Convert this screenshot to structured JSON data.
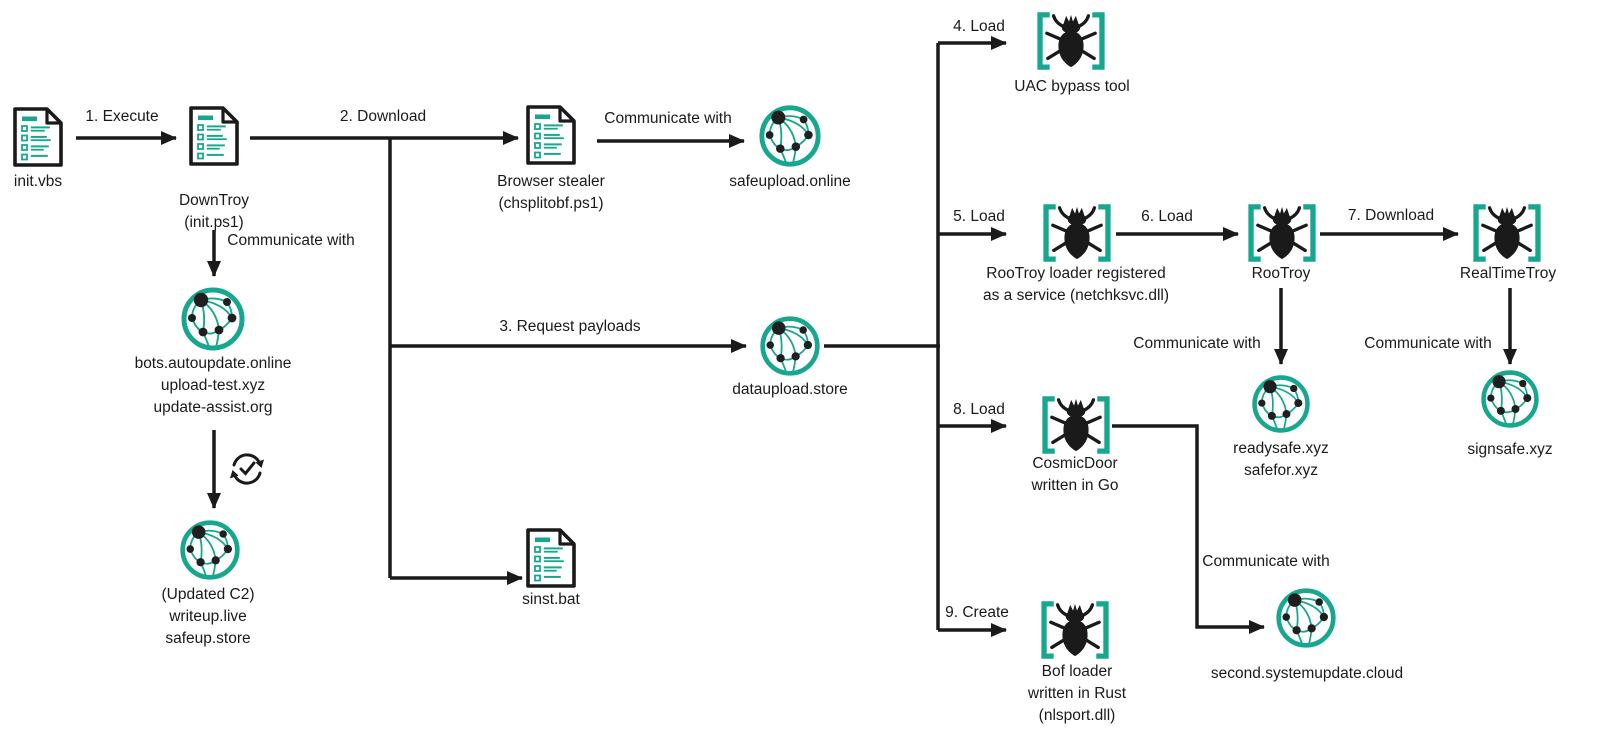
{
  "colors": {
    "accent_teal": "#17a78f",
    "ink": "#1a1a1a",
    "background": "#ffffff"
  },
  "icons": {
    "script_file": "script-file-icon",
    "c2_globe": "c2-server-globe-icon",
    "malware": "malware-bracket-bug-icon",
    "sync": "sync-check-icon"
  },
  "edges": {
    "step1": {
      "label": "1. Execute"
    },
    "step2": {
      "label": "2. Download"
    },
    "step3": {
      "label": "3. Request payloads"
    },
    "step4": {
      "label": "4. Load"
    },
    "step5": {
      "label": "5. Load"
    },
    "step6": {
      "label": "6. Load"
    },
    "step7": {
      "label": "7. Download"
    },
    "step8": {
      "label": "8. Load"
    },
    "step9": {
      "label": "9. Create"
    },
    "communicate_downtroy": {
      "label": "Communicate with"
    },
    "communicate_stealer": {
      "label": "Communicate with"
    },
    "communicate_rootroy": {
      "label": "Communicate with"
    },
    "communicate_realtimetroy": {
      "label": "Communicate with"
    },
    "communicate_cosmicdoor": {
      "label": "Communicate with"
    }
  },
  "nodes": {
    "init_vbs": {
      "type": "script-file",
      "lines": [
        "init.vbs"
      ]
    },
    "downtroy": {
      "type": "script-file",
      "lines": [
        "DownTroy",
        "(init.ps1)"
      ]
    },
    "browser_stealer": {
      "type": "script-file",
      "lines": [
        "Browser stealer",
        "(chsplitobf.ps1)"
      ]
    },
    "safeupload_c2": {
      "type": "c2-globe",
      "lines": [
        "safeupload.online"
      ]
    },
    "bots_c2": {
      "type": "c2-globe",
      "lines": [
        "bots.autoupdate.online",
        "upload-test.xyz",
        "update-assist.org"
      ]
    },
    "updated_c2": {
      "type": "c2-globe",
      "lines": [
        "(Updated C2)",
        "writeup.live",
        "safeup.store"
      ]
    },
    "dataupload_c2": {
      "type": "c2-globe",
      "lines": [
        "dataupload.store"
      ]
    },
    "sinst_bat": {
      "type": "script-file",
      "lines": [
        "sinst.bat"
      ]
    },
    "uac_bypass": {
      "type": "malware",
      "lines": [
        "UAC bypass tool"
      ]
    },
    "rootroy_loader": {
      "type": "malware",
      "lines": [
        "RooTroy loader registered",
        "as a service (netchksvc.dll)"
      ]
    },
    "rootroy": {
      "type": "malware",
      "lines": [
        "RooTroy"
      ]
    },
    "realtimetroy": {
      "type": "malware",
      "lines": [
        "RealTimeTroy"
      ]
    },
    "readysafe_c2": {
      "type": "c2-globe",
      "lines": [
        "readysafe.xyz",
        "safefor.xyz"
      ]
    },
    "signsafe_c2": {
      "type": "c2-globe",
      "lines": [
        "signsafe.xyz"
      ]
    },
    "cosmicdoor": {
      "type": "malware",
      "lines": [
        "CosmicDoor",
        "written in Go"
      ]
    },
    "second_c2": {
      "type": "c2-globe",
      "lines": [
        "second.systemupdate.cloud"
      ]
    },
    "bof_loader": {
      "type": "malware",
      "lines": [
        "Bof loader",
        "written in Rust",
        "(nlsport.dll)"
      ]
    }
  }
}
